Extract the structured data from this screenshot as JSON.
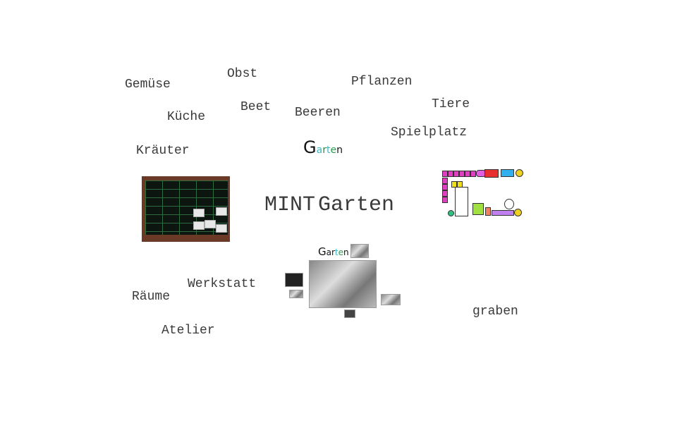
{
  "title": {
    "part1": "MINT",
    "part2": "Garten"
  },
  "words": {
    "gemuese": "Gemüse",
    "obst": "Obst",
    "pflanzen": "Pflanzen",
    "beet": "Beet",
    "beeren": "Beeren",
    "tiere": "Tiere",
    "kueche": "Küche",
    "spielplatz": "Spielplatz",
    "kraeuter": "Kräuter",
    "raeume": "Räume",
    "werkstatt": "Werkstatt",
    "atelier": "Atelier",
    "graben": "graben"
  },
  "logo": {
    "text_g": "G",
    "text_a": "a",
    "text_r": "r",
    "text_t": "t",
    "text_e": "e",
    "text_n": "n"
  },
  "colors": {
    "text": "#3a3a3a",
    "logo_a": "#3cb8c8",
    "logo_r": "#2a8a3a",
    "logo_t": "#3cb8c8",
    "logo_e": "#2a9a4a"
  }
}
